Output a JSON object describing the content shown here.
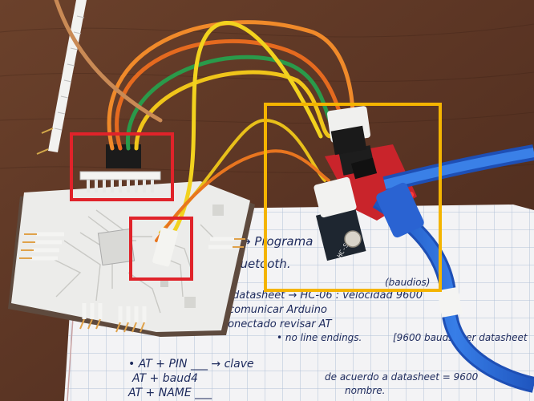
{
  "scene": {
    "description_colors": {
      "table": "#5a3524",
      "pcb": "#e9e9e6",
      "paper": "#f3f3f5",
      "grid": "#9fb3cf",
      "red_box": "#e0232a",
      "yellow_box": "#f4b400",
      "usb_cable": "#2f6fd8",
      "serial_board": "#d7262e"
    },
    "notes": {
      "line1": "→ Programa",
      "line2": "Bluetooth.",
      "line3": "datasheet  → HC-06 : velocidad  9600",
      "line3b": "(baudios)",
      "line4": "comunicar Arduino",
      "line5": "Conectado revisar AT",
      "line6": "• no line endings.",
      "line7": "[9600 bauds] ver datasheet",
      "line8": "• AT + PIN ___ → clave",
      "line9": "AT + baud4",
      "line10": "AT + NAME ___",
      "line11": "de acuerdo a datasheet = 9600",
      "line12": "nombre."
    },
    "module_label": "HC-SR"
  }
}
